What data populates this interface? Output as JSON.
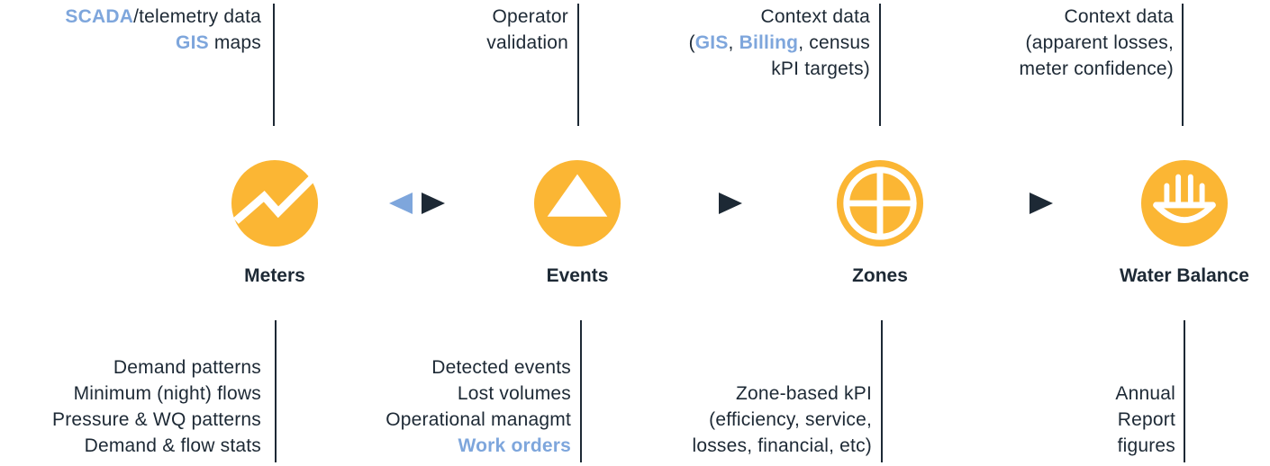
{
  "colors": {
    "accent": "#fbb634",
    "highlight": "#7ea6dc",
    "text": "#1d2935"
  },
  "stages": [
    {
      "id": "meters",
      "name": "Meters",
      "icon": "trend-line-icon",
      "inputs": [
        [
          {
            "t": "SCADA",
            "hl": true
          },
          {
            "t": "/telemetry data"
          }
        ],
        [
          {
            "t": "GIS",
            "hl": true
          },
          {
            "t": " maps"
          }
        ]
      ],
      "outputs": [
        [
          {
            "t": "Demand patterns"
          }
        ],
        [
          {
            "t": "Minimum (night) flows"
          }
        ],
        [
          {
            "t": "Pressure & WQ patterns"
          }
        ],
        [
          {
            "t": "Demand & flow stats"
          }
        ]
      ]
    },
    {
      "id": "events",
      "name": "Events",
      "icon": "triangle-icon",
      "inputs": [
        [
          {
            "t": "Operator"
          }
        ],
        [
          {
            "t": "validation"
          }
        ]
      ],
      "outputs": [
        [
          {
            "t": "Detected events"
          }
        ],
        [
          {
            "t": "Lost volumes"
          }
        ],
        [
          {
            "t": "Operational managmt"
          }
        ],
        [
          {
            "t": "Work orders",
            "hl": true
          }
        ]
      ]
    },
    {
      "id": "zones",
      "name": "Zones",
      "icon": "crosshair-icon",
      "inputs": [
        [
          {
            "t": "Context data"
          }
        ],
        [
          {
            "t": "("
          },
          {
            "t": "GIS",
            "hl": true
          },
          {
            "t": ", "
          },
          {
            "t": "Billing",
            "hl": true
          },
          {
            "t": ", census"
          }
        ],
        [
          {
            "t": "kPI targets)"
          }
        ]
      ],
      "outputs": [
        [
          {
            "t": "Zone-based kPI"
          }
        ],
        [
          {
            "t": "(efficiency, service,"
          }
        ],
        [
          {
            "t": "losses, financial, etc)"
          }
        ]
      ]
    },
    {
      "id": "water-balance",
      "name": "Water Balance",
      "icon": "basin-icon",
      "inputs": [
        [
          {
            "t": "Context data"
          }
        ],
        [
          {
            "t": "(apparent losses,"
          }
        ],
        [
          {
            "t": "meter confidence)"
          }
        ]
      ],
      "outputs": [
        [
          {
            "t": "Annual"
          }
        ],
        [
          {
            "t": "Report"
          }
        ],
        [
          {
            "t": "figures"
          }
        ]
      ]
    }
  ]
}
